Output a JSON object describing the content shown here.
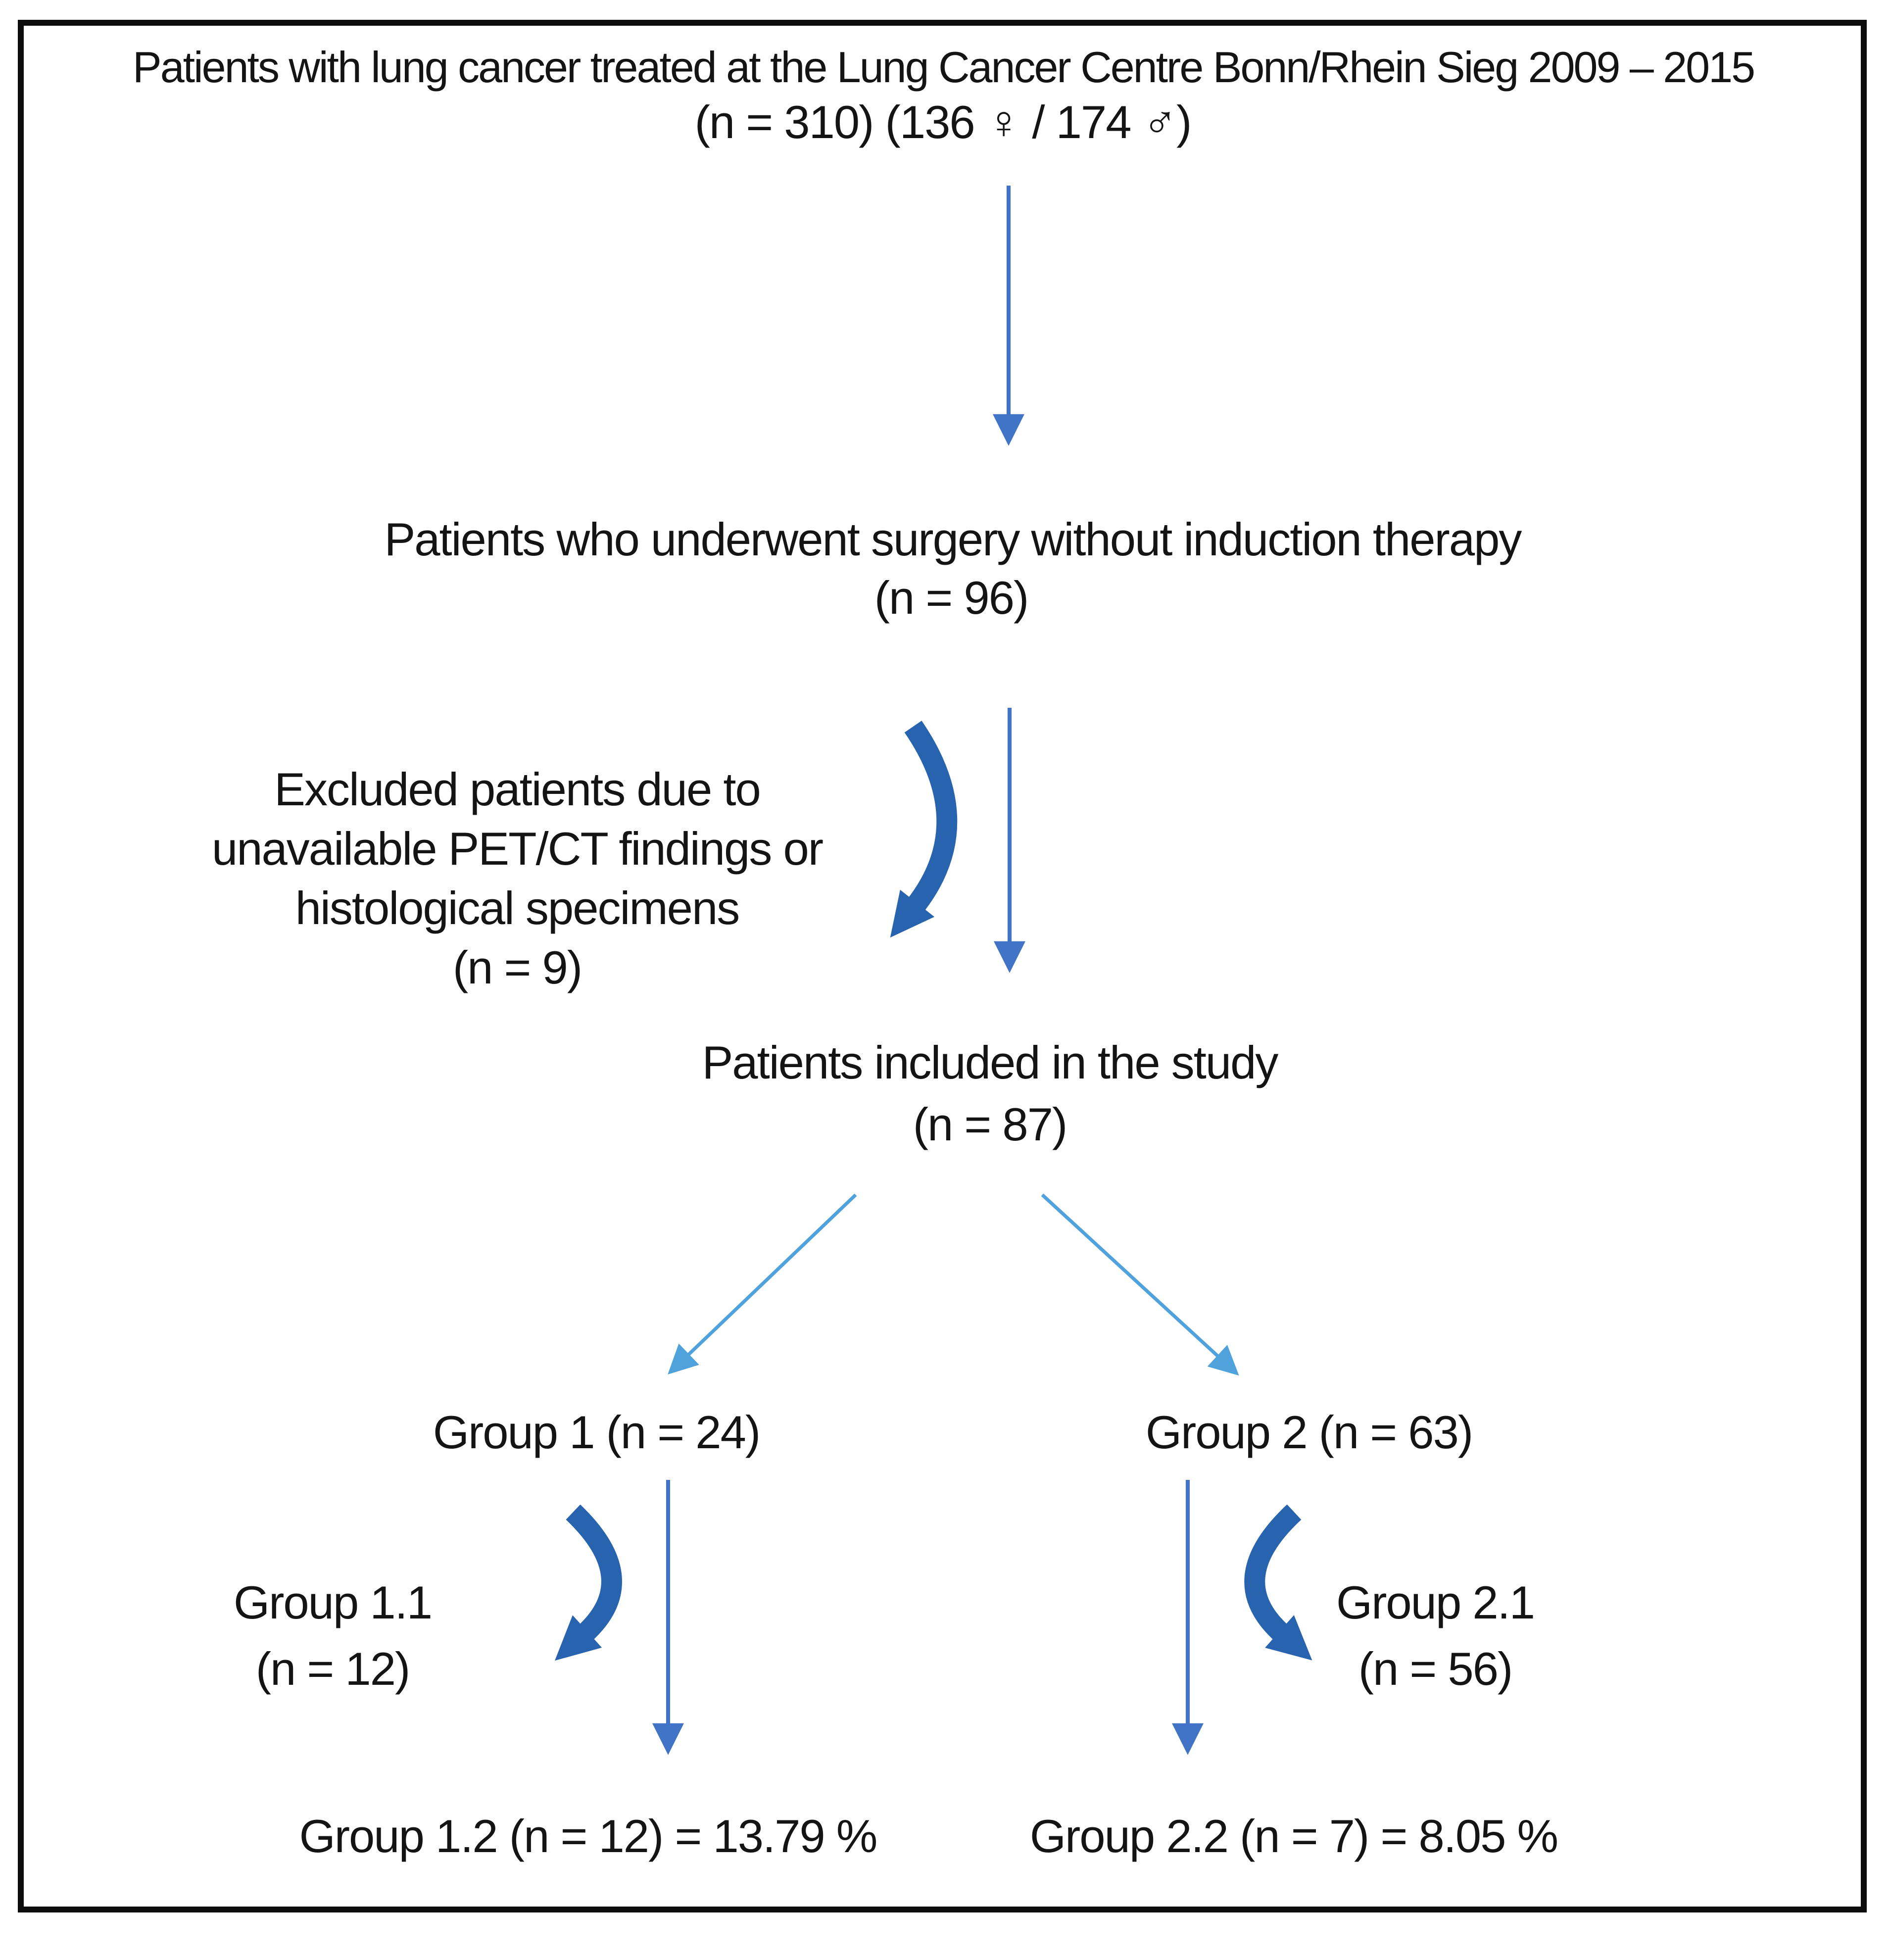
{
  "flowchart": {
    "population": {
      "line1": "Patients with lung cancer treated at the Lung Cancer Centre Bonn/Rhein Sieg 2009 – 2015",
      "line2": "(n = 310) (136 ♀ / 174 ♂)"
    },
    "surgery": {
      "line1": "Patients who underwent surgery without induction therapy",
      "line2": "(n = 96)"
    },
    "excluded": {
      "line1": "Excluded patients due to",
      "line2": "unavailable PET/CT findings or",
      "line3": "histological specimens",
      "line4": "(n = 9)"
    },
    "included": {
      "line1": "Patients included in the study",
      "line2": "(n = 87)"
    },
    "group1": {
      "label": "Group 1 (n = 24)"
    },
    "group2": {
      "label": "Group 2 (n = 63)"
    },
    "group1_1": {
      "line1": "Group 1.1",
      "line2": "(n = 12)"
    },
    "group2_1": {
      "line1": "Group 2.1",
      "line2": "(n = 56)"
    },
    "group1_2": {
      "label": "Group 1.2 (n = 12) = 13.79 %"
    },
    "group2_2": {
      "label": "Group 2.2 (n = 7) = 8.05 %"
    }
  },
  "colors": {
    "straight_arrow": "#4173C6",
    "diagonal_arrow": "#4FA2DB",
    "curved_arrow": "#2763AE",
    "border": "#0c0c0c",
    "text": "#141414",
    "background": "#ffffff"
  }
}
